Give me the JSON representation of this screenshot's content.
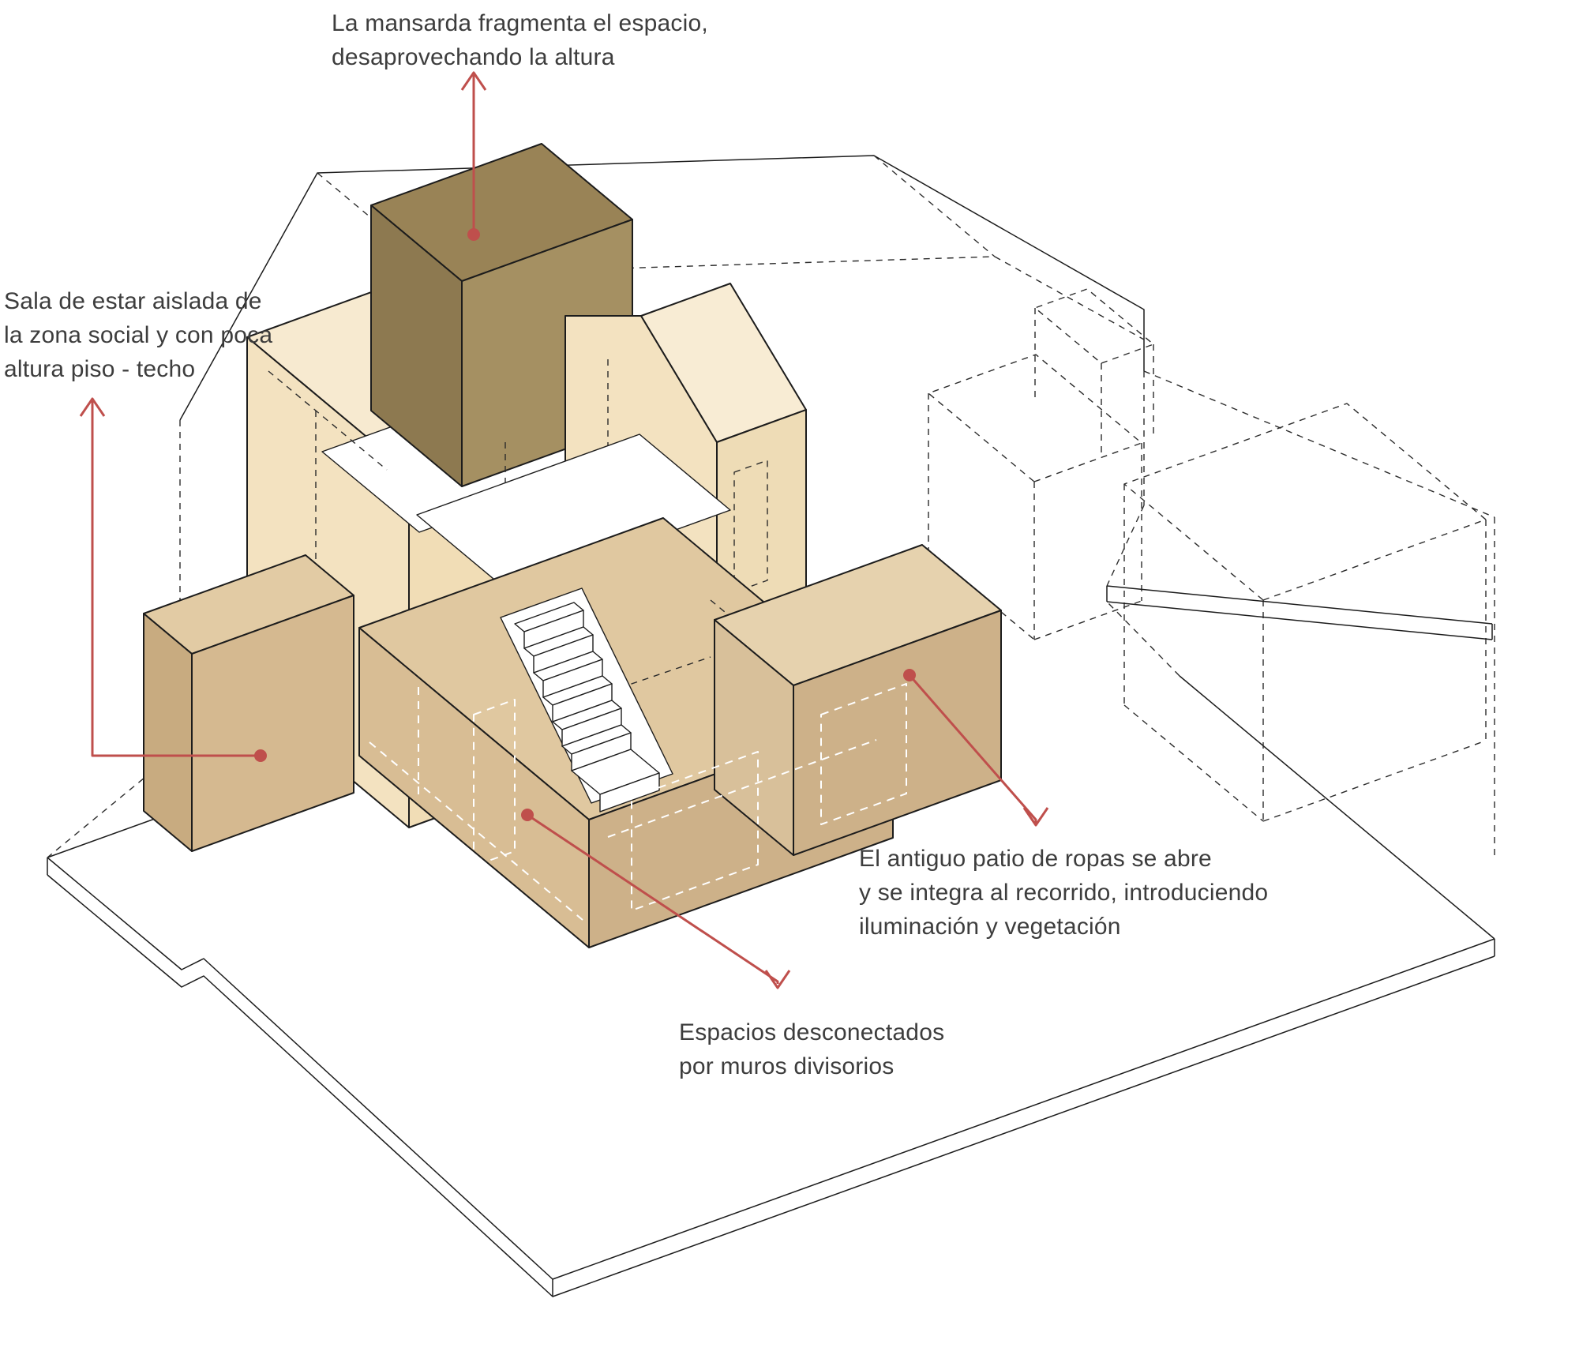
{
  "diagram": {
    "type": "axonometric-architecture-diagram",
    "colors": {
      "annotation_red": "#bf4f4c",
      "text": "#3d3d3d",
      "line_black": "#1c1c1c",
      "cream_light": "#f7ead0",
      "cream": "#f3e2c0",
      "tan_top": "#e0c8a0",
      "tan_mid": "#d8bd94",
      "tan_dark": "#cdb189",
      "khaki_slope": "#998356",
      "khaki_wall": "#a59062",
      "white": "#ffffff"
    },
    "annotations": [
      {
        "id": "mansarda",
        "lines": [
          "La mansarda fragmenta el espacio,",
          "desaprovechando la altura"
        ]
      },
      {
        "id": "sala",
        "lines": [
          "Sala de estar aislada de",
          "la zona social y con poca",
          "altura piso - techo"
        ]
      },
      {
        "id": "patio",
        "lines": [
          "El antiguo patio de ropas se abre",
          "y se integra al recorrido, introduciendo",
          "iluminación y vegetación"
        ]
      },
      {
        "id": "espacios",
        "lines": [
          "Espacios desconectados",
          "por muros divisorios"
        ]
      }
    ]
  }
}
